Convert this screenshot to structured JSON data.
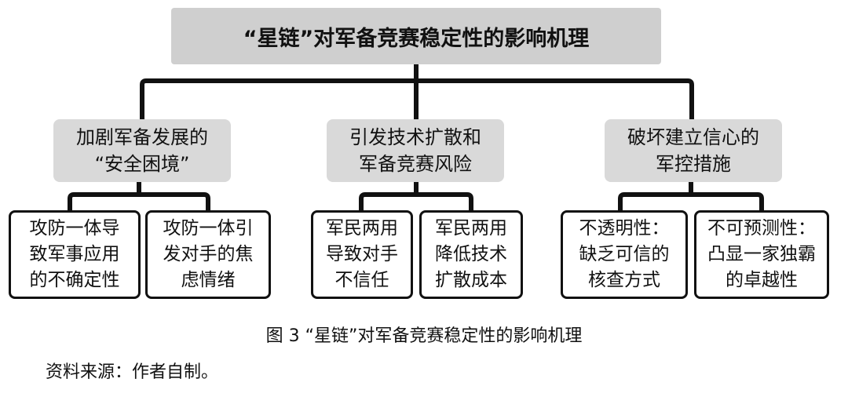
{
  "root": {
    "label": "“星链”对军备竞赛稳定性的影响机理"
  },
  "branches": [
    {
      "line1": "加剧军备发展的",
      "line2": "“安全困境”",
      "leaves": [
        {
          "l1": "攻防一体导",
          "l2": "致军事应用",
          "l3": "的不确定性"
        },
        {
          "l1": "攻防一体引",
          "l2": "发对手的焦",
          "l3": "虑情绪"
        }
      ]
    },
    {
      "line1": "引发技术扩散和",
      "line2": "军备竞赛风险",
      "leaves": [
        {
          "l1": "军民两用",
          "l2": "导致对手",
          "l3": "不信任"
        },
        {
          "l1": "军民两用",
          "l2": "降低技术",
          "l3": "扩散成本"
        }
      ]
    },
    {
      "line1": "破坏建立信心的",
      "line2": "军控措施",
      "leaves": [
        {
          "l1": "不透明性：",
          "l2": "缺乏可信的",
          "l3": "核查方式"
        },
        {
          "l1": "不可预测性：",
          "l2": "凸显一家独霸",
          "l3": "的卓越性"
        }
      ]
    }
  ],
  "caption": "图 3 “星链”对军备竞赛稳定性的影响机理",
  "source": "资料来源：作者自制。"
}
